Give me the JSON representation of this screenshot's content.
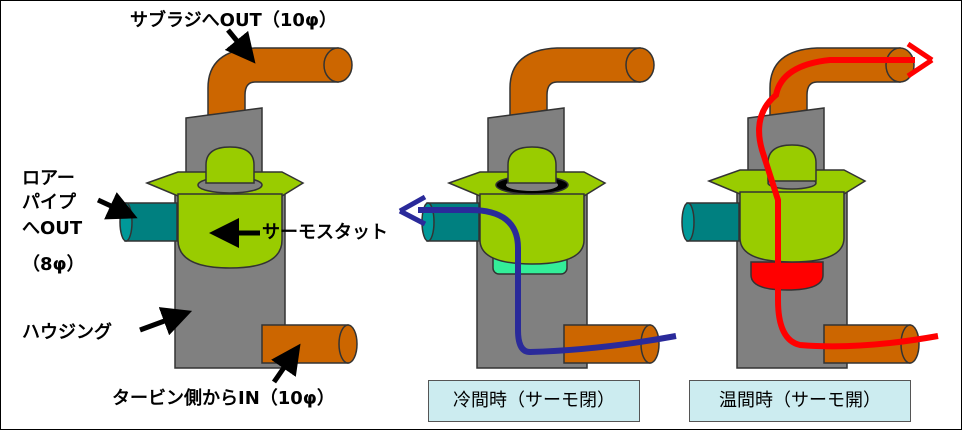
{
  "labels": {
    "sub_radiator_out": "サブラジへOUT（10φ）",
    "lower_pipe_line1": "ロアー",
    "lower_pipe_line2": "パイプ",
    "lower_pipe_line3": "へOUT",
    "lower_pipe_line4": "（8φ）",
    "thermostat": "サーモスタット",
    "housing": "ハウジング",
    "turbine_in": "タービン側からIN（10φ）"
  },
  "captions": {
    "cold": "冷間時（サーモ閉）",
    "warm": "温間時（サーモ開）"
  },
  "colors": {
    "housing": "#808080",
    "pipe": "#cc6600",
    "side_pipe": "#008080",
    "thermostat": "#99cc00",
    "cold_flow": "#2a2a9a",
    "warm_flow": "#ff0000",
    "seal_closed": "#33ee99",
    "seal_open": "#ff0000",
    "caption_bg": "#ccecf0"
  }
}
